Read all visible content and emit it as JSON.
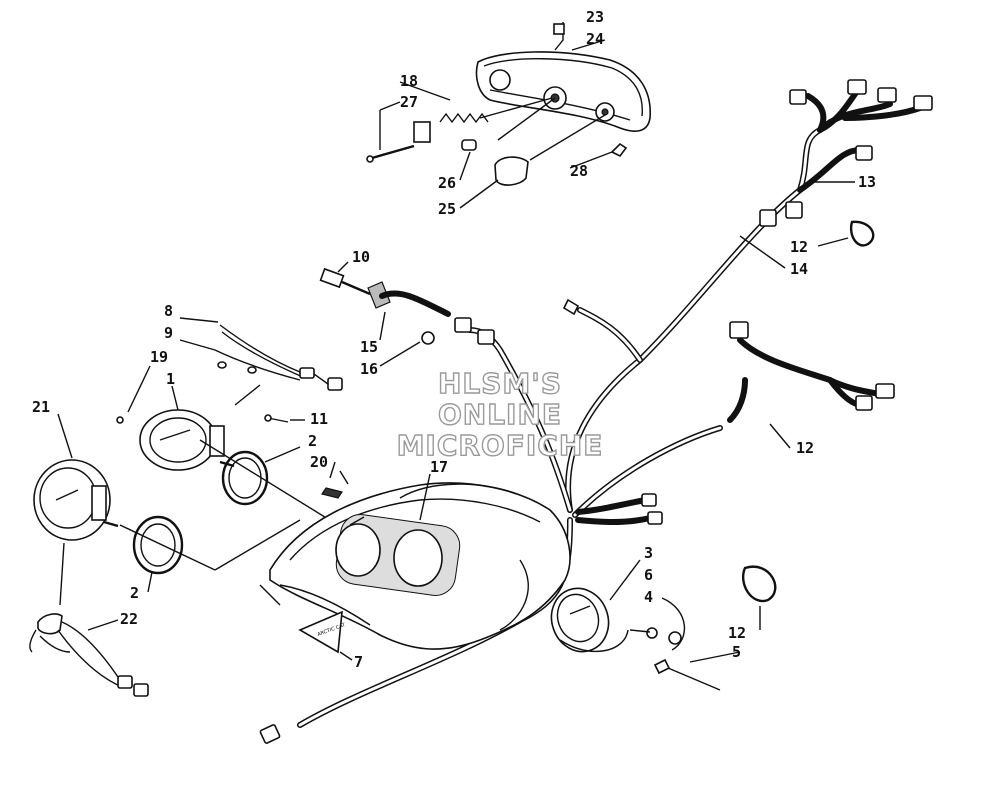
{
  "watermark": [
    "HLSM'S",
    "ONLINE",
    "MICROFICHE"
  ],
  "sticker_text": "ARCTIC CAT",
  "callouts": [
    {
      "id": "c23",
      "label": "23"
    },
    {
      "id": "c24",
      "label": "24"
    },
    {
      "id": "c18",
      "label": "18"
    },
    {
      "id": "c27",
      "label": "27"
    },
    {
      "id": "c26",
      "label": "26"
    },
    {
      "id": "c25",
      "label": "25"
    },
    {
      "id": "c28",
      "label": "28"
    },
    {
      "id": "c13",
      "label": "13"
    },
    {
      "id": "c12a",
      "label": "12"
    },
    {
      "id": "c14",
      "label": "14"
    },
    {
      "id": "c10",
      "label": "10"
    },
    {
      "id": "c8",
      "label": "8"
    },
    {
      "id": "c9",
      "label": "9"
    },
    {
      "id": "c19",
      "label": "19"
    },
    {
      "id": "c1",
      "label": "1"
    },
    {
      "id": "c15",
      "label": "15"
    },
    {
      "id": "c16",
      "label": "16"
    },
    {
      "id": "c21",
      "label": "21"
    },
    {
      "id": "c11",
      "label": "11"
    },
    {
      "id": "c2a",
      "label": "2"
    },
    {
      "id": "c20",
      "label": "20"
    },
    {
      "id": "c17",
      "label": "17"
    },
    {
      "id": "c12b",
      "label": "12"
    },
    {
      "id": "c2b",
      "label": "2"
    },
    {
      "id": "c3",
      "label": "3"
    },
    {
      "id": "c6",
      "label": "6"
    },
    {
      "id": "c4",
      "label": "4"
    },
    {
      "id": "c22",
      "label": "22"
    },
    {
      "id": "c12c",
      "label": "12"
    },
    {
      "id": "c7",
      "label": "7"
    },
    {
      "id": "c5",
      "label": "5"
    }
  ]
}
